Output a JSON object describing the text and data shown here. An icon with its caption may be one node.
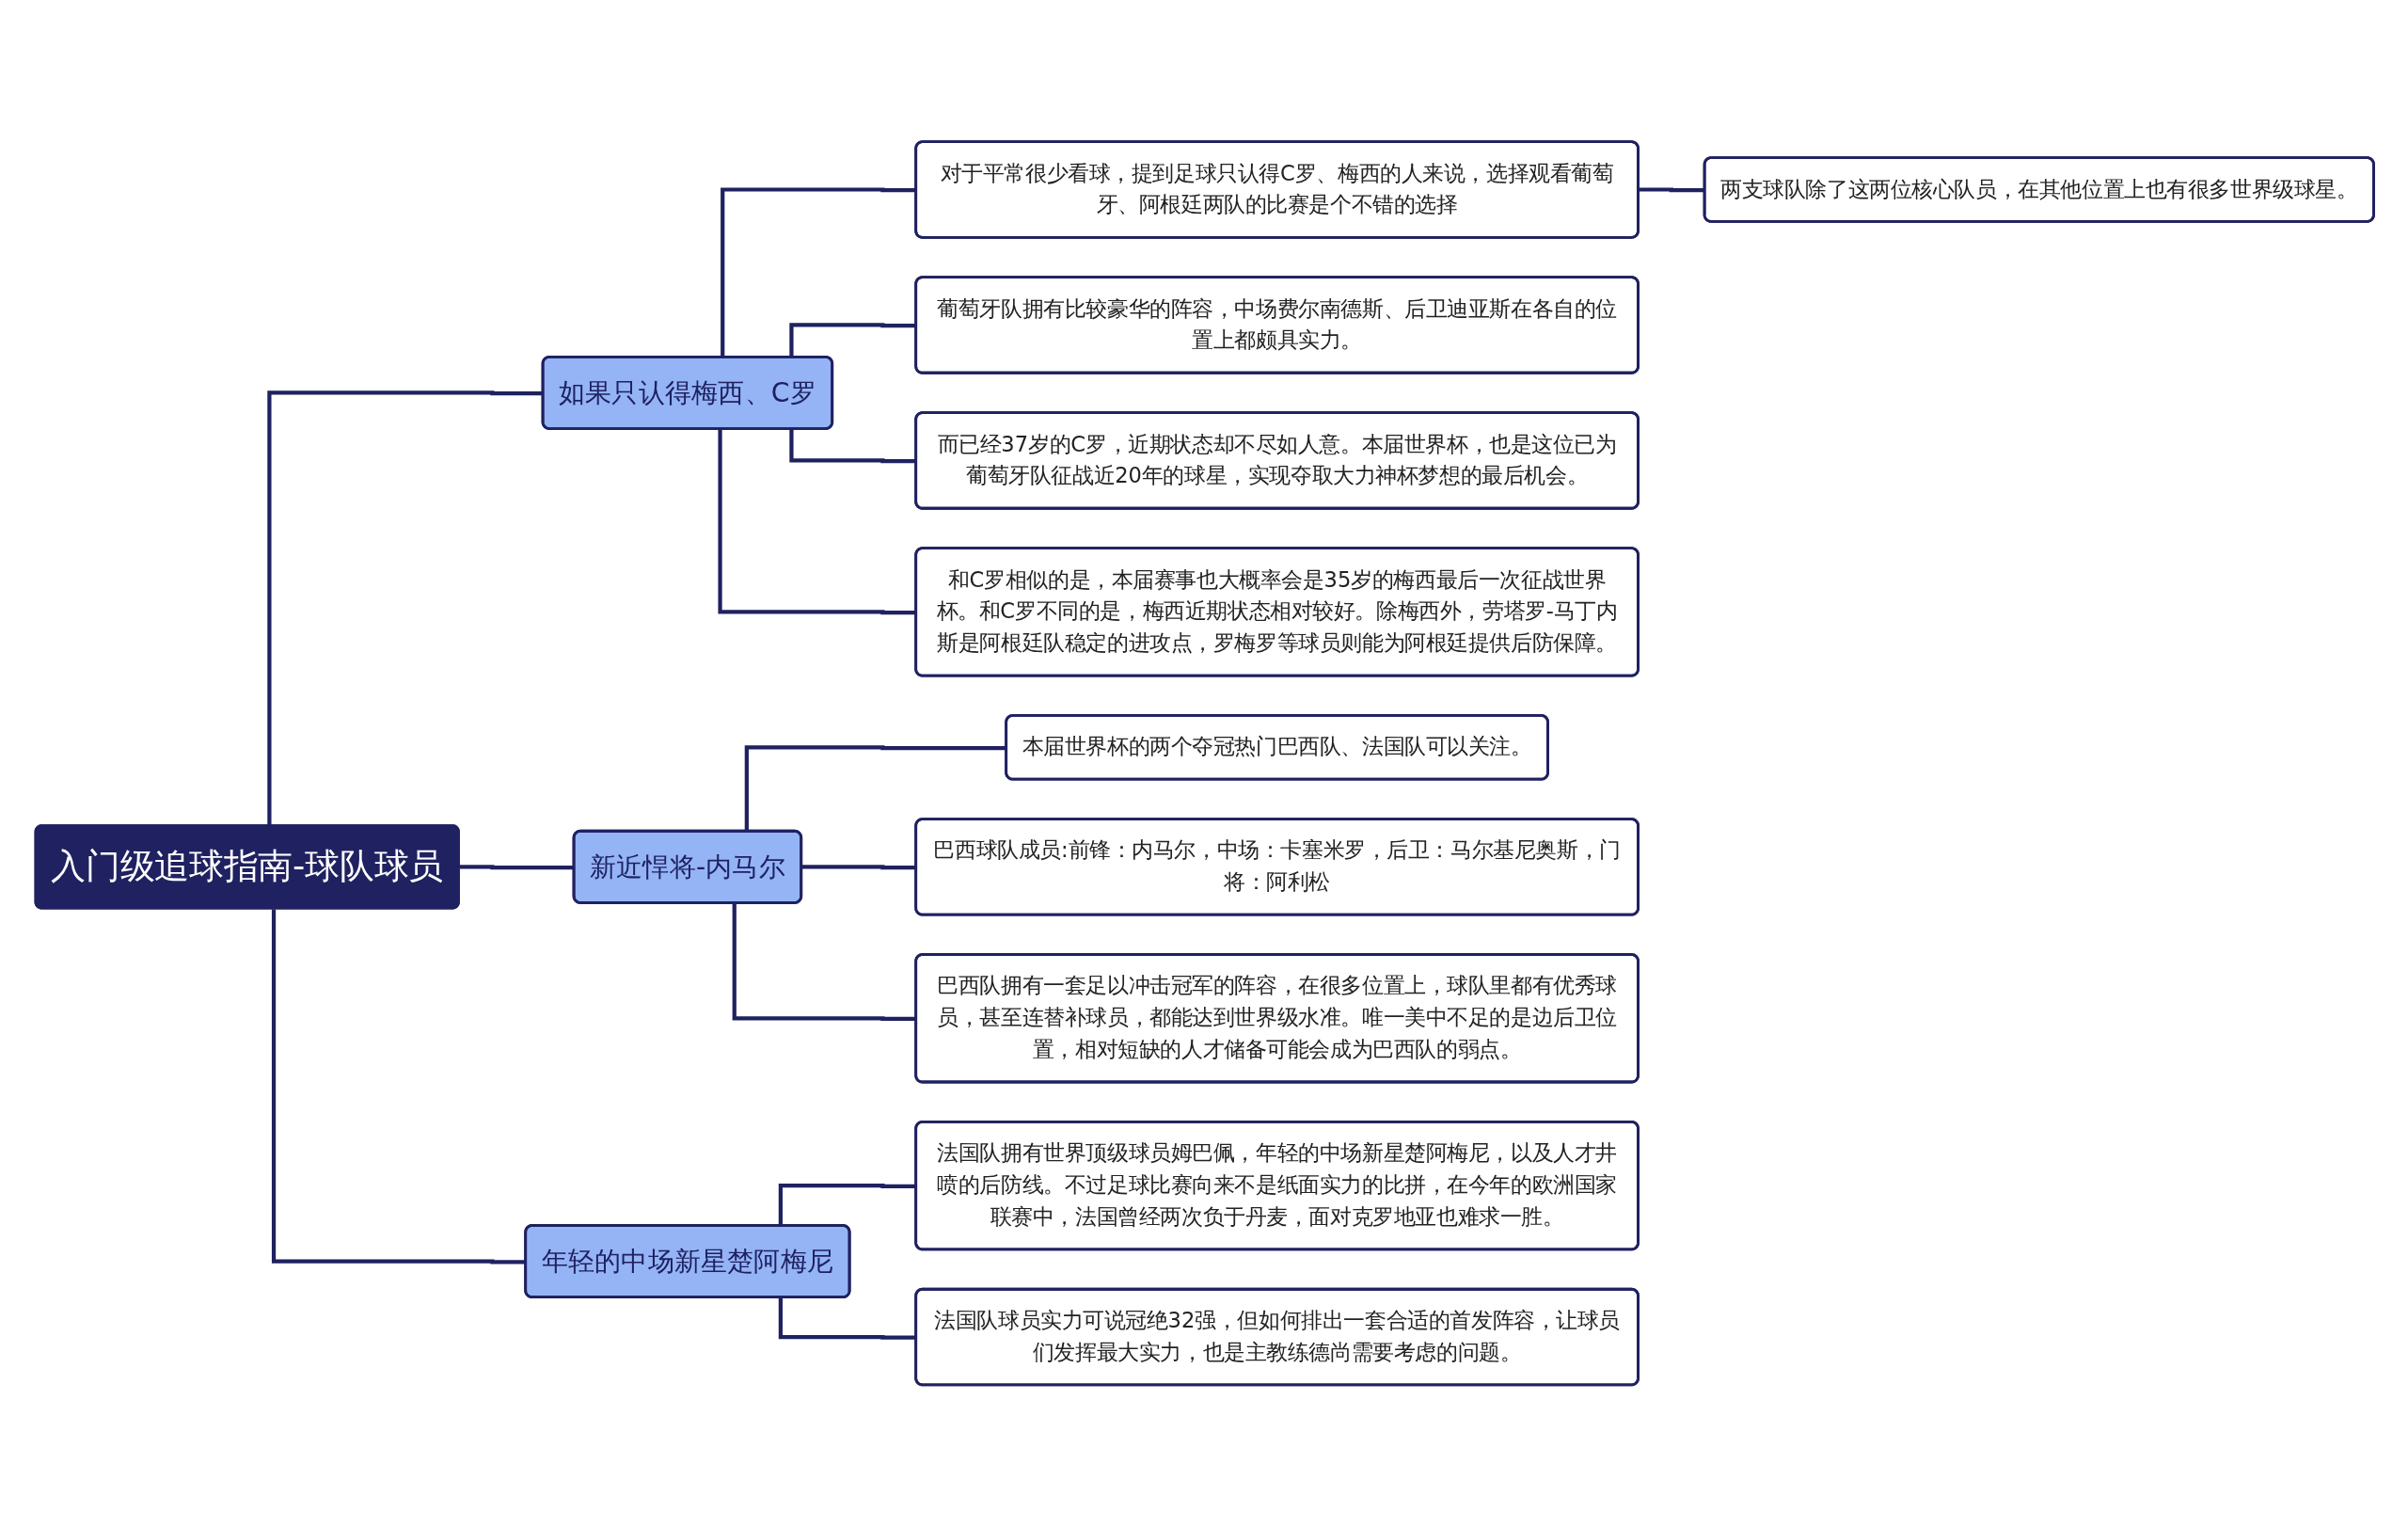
{
  "diagram": {
    "nodes": [
      {
        "text": [
          "入门级追球指南-球队球员"
        ]
      },
      {
        "text": [
          "如果只认得梅西、C罗"
        ]
      },
      {
        "text": [
          "对于平常很少看球，提到足球只认得C罗、梅西的人来说，选择观看葡萄牙、阿根廷两队的比赛是个不错的选择"
        ]
      },
      {
        "text": [
          "两支球队除了这两位核心队员，在其他位置上也有很多世界级球星。"
        ]
      },
      {
        "text": [
          "葡萄牙队拥有比较豪华的阵容，中场费尔南德斯、后卫迪亚斯在各自的位置上都颇具实力。"
        ]
      },
      {
        "text": [
          "而已经37岁的C罗，近期状态却不尽如人意。本届世界杯，也是这位已为葡萄牙队征战近20年的球星，实现夺取大力神杯梦想的最后机会。"
        ]
      },
      {
        "text": [
          "和C罗相似的是，本届赛事也大概率会是35岁的梅西最后一次征战世界杯。和C罗不同的是，梅西近期状态相对较好。除梅西外，劳塔罗-马丁内斯是阿根廷队稳定的进攻点，罗梅罗等球员则能为阿根廷提供后防保障。"
        ]
      },
      {
        "text": [
          "新近悍将-内马尔"
        ]
      },
      {
        "text": [
          "本届世界杯的两个夺冠热门巴西队、法国队可以关注。"
        ]
      },
      {
        "text": [
          "巴西球队成员:前锋：内马尔，中场：卡塞米罗，后卫：马尔基尼奥斯，门将：阿利松"
        ]
      },
      {
        "text": [
          "巴西队拥有一套足以冲击冠军的阵容，在很多位置上，球队里都有优秀球员，甚至连替补球员，都能达到世界级水准。唯一美中不足的是边后卫位置，相对短缺的人才储备可能会成为巴西队的弱点。"
        ]
      },
      {
        "text": [
          "年轻的中场新星楚阿梅尼"
        ]
      },
      {
        "text": [
          "法国队拥有世界顶级球员姆巴佩，年轻的中场新星楚阿梅尼，以及人才井喷的后防线。不过足球比赛向来不是纸面实力的比拼，在今年的欧洲国家联赛中，法国曾经两次负于丹麦，面对克罗地亚也难求一胜。"
        ]
      },
      {
        "text": [
          "法国队球员实力可说冠绝32强，但如何排出一套合适的首发阵容，让球员们发挥最大实力，也是主教练德尚需要考虑的问题。"
        ]
      }
    ],
    "edges": [
      {
        "from": 0,
        "to": 1,
        "arrow": "none"
      },
      {
        "from": 1,
        "to": 2,
        "arrow": "none"
      },
      {
        "from": 2,
        "to": 3,
        "arrow": "none"
      },
      {
        "from": 1,
        "to": 4,
        "arrow": "none"
      },
      {
        "from": 1,
        "to": 5,
        "arrow": "none"
      },
      {
        "from": 1,
        "to": 6,
        "arrow": "none"
      },
      {
        "from": 0,
        "to": 7,
        "arrow": "none"
      },
      {
        "from": 7,
        "to": 8,
        "arrow": "none"
      },
      {
        "from": 7,
        "to": 9,
        "arrow": "none"
      },
      {
        "from": 7,
        "to": 10,
        "arrow": "none"
      },
      {
        "from": 0,
        "to": 11,
        "arrow": "none"
      },
      {
        "from": 11,
        "to": 12,
        "arrow": "none"
      },
      {
        "from": 11,
        "to": 13,
        "arrow": "none"
      }
    ]
  }
}
